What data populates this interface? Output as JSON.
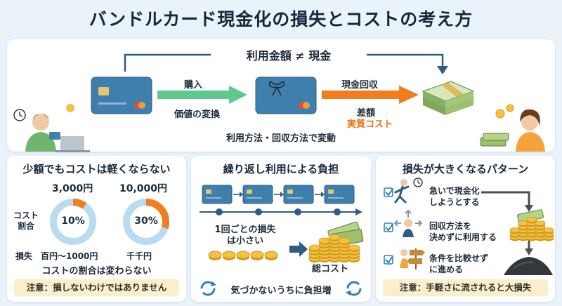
{
  "title": "バンドルカード現金化の損失とコストの考え方",
  "top": {
    "banner": "利用金額 ≠ 現金",
    "purchase": "購入",
    "value_conversion": "価値の変換",
    "cash_recovery": "現金回収",
    "difference": "差額",
    "real_cost": "実質コスト",
    "varies": "利用方法・回収方法で変動"
  },
  "panel1": {
    "heading": "少額でもコストは軽くならない",
    "amount_small": "3,000円",
    "amount_large": "10,000円",
    "cost_ratio_label": "コスト\n割合",
    "pct_small_label": "10%",
    "pct_large_label": "30%",
    "pct_small": 0.1,
    "pct_large": 0.3,
    "loss_label": "損失",
    "loss_small": "百円〜1000円",
    "loss_large": "千千円",
    "ratio_unchanged": "コストの割合は変わらない",
    "note": "注意：損しないわけではありません"
  },
  "panel2": {
    "heading": "繰り返し利用による負担",
    "per_loss": "1回ごとの損失\nは小さい",
    "total_cost": "総コスト",
    "note": "気づかないうちに負担増"
  },
  "panel3": {
    "heading": "損失が大きくなるパターン",
    "items": [
      {
        "text": "急いで現金化\nしようとする"
      },
      {
        "text": "回収方法を\n決めずに利用する"
      },
      {
        "text": "条件を比較せず\nに進める"
      }
    ],
    "note": "注意：手軽さに流されると大損失"
  },
  "colors": {
    "green_arrow": "#5dc98e",
    "orange_arrow": "#f07d1e",
    "card_blue": "#3f7fae",
    "ring_blue": "#b9dcf2",
    "ring_orange": "#f07d1e",
    "accent_orange": "#ee6f14",
    "note_bg": "#fbefc9"
  }
}
